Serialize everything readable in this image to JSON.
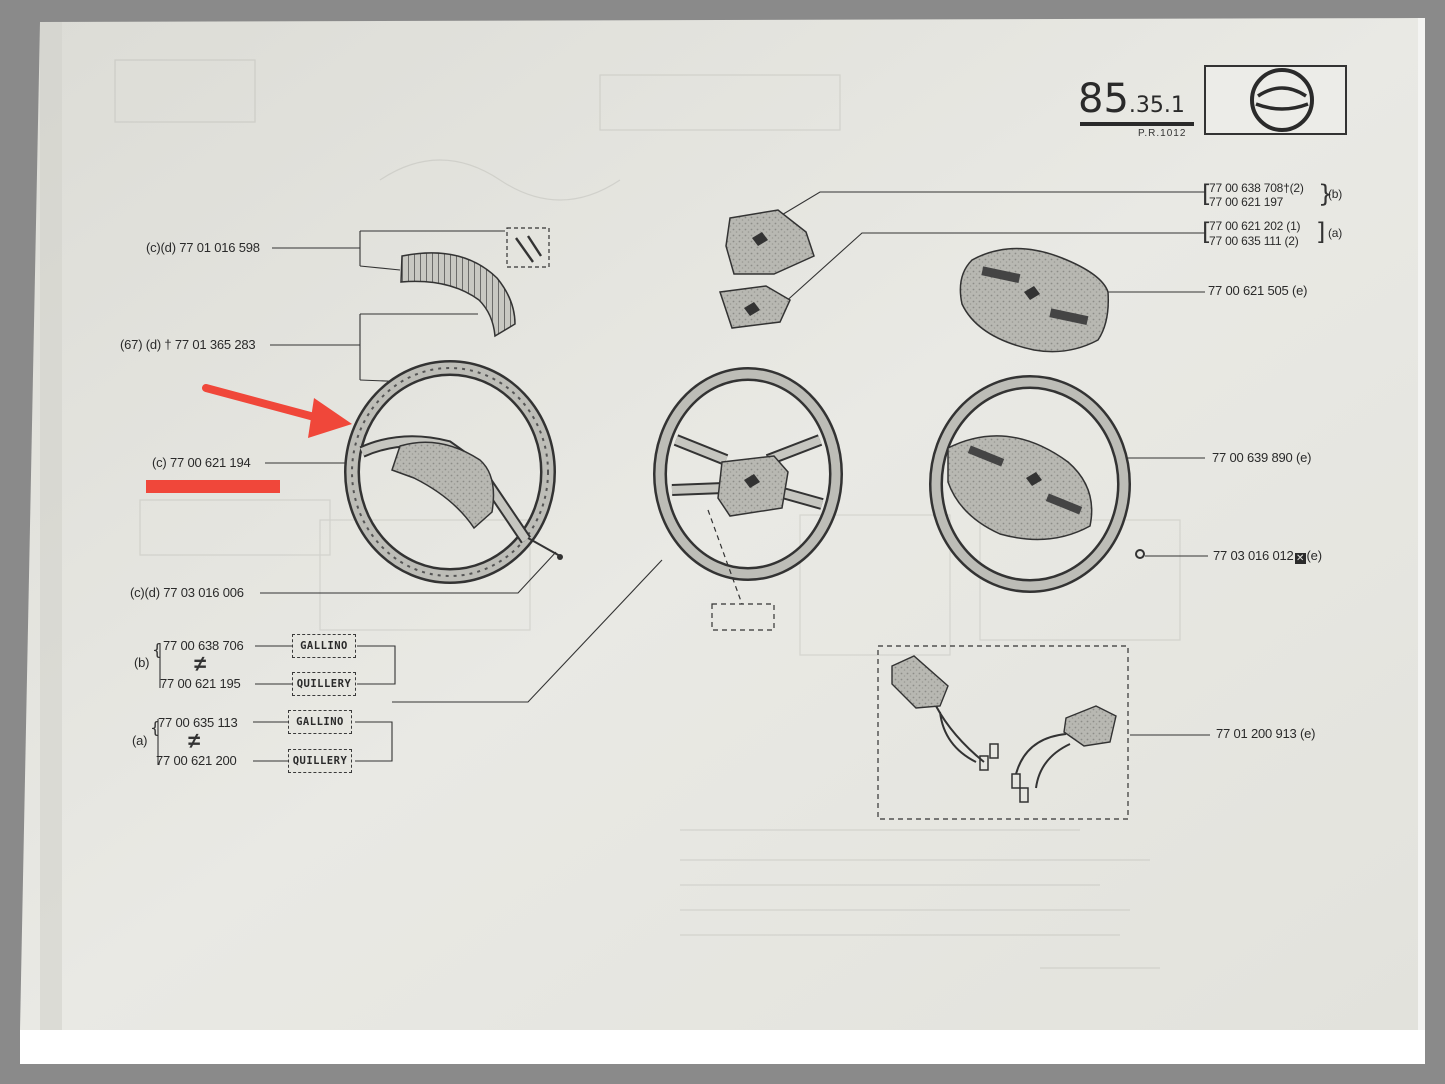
{
  "header": {
    "section_main": "85",
    "section_sub": ".35.",
    "section_index": "1",
    "pr_code": "P.R.1012"
  },
  "parts": {
    "top_left_1": "(c)(d) 77 01 016 598",
    "top_left_2": "(67) (d) † 77 01 365 283",
    "top_left_3": "(c) 77 00 621 194",
    "top_left_4": "(c)(d) 77 03 016 006",
    "bracket_b_1": "77 00 638 706",
    "bracket_b_2": "77 00 621 195",
    "bracket_a_1": "77 00 635 113",
    "bracket_a_2": "77 00 621 200",
    "right_b_1": "77 00 638 708†(2)",
    "right_b_2": "77 00 621 197",
    "right_a_1": "77 00 621 202 (1)",
    "right_a_2": "77 00 635 111 (2)",
    "right_3": "77 00 621 505 (e)",
    "right_4": "77 00 639 890 (e)",
    "right_5": "77 03 016 012",
    "right_5_suffix": "(e)",
    "right_6": "77 01 200 913 (e)"
  },
  "brands": {
    "gallino": "GALLINO",
    "quillery": "QUILLERY"
  },
  "markers": {
    "b": "(b)",
    "a": "(a)",
    "b_right": "(b)",
    "a_right": "(a)",
    "not_equal": "≠"
  },
  "icons": {
    "steering-wheel-thumbnail": "steering-wheel-icon",
    "highlight-arrow": "red-arrow",
    "highlight-underline": "red-underline"
  },
  "colors": {
    "background": "#8a8a8a",
    "paper": "#e7e7e2",
    "ink": "#2a2a2a",
    "highlight": "#f0473a"
  }
}
